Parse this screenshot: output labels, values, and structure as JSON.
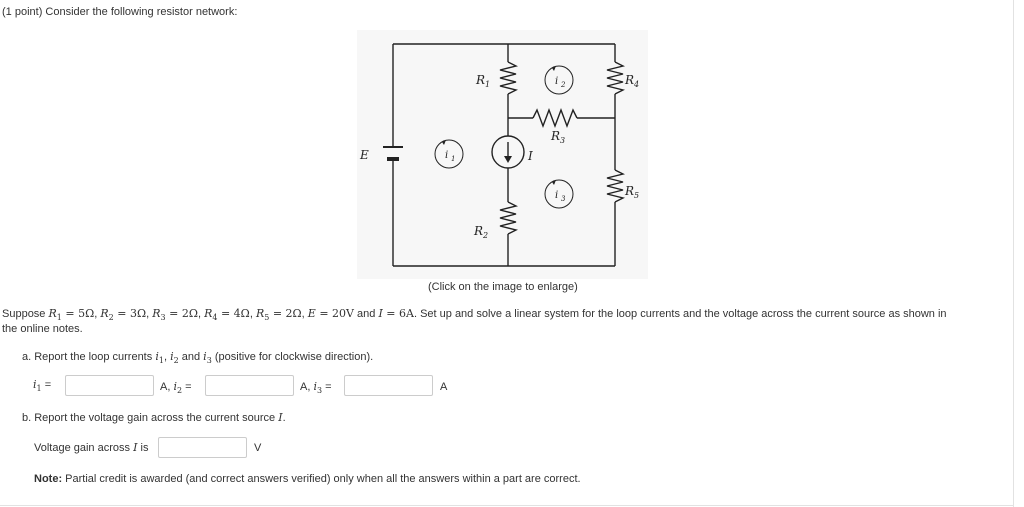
{
  "header": {
    "points": "(1 point)",
    "prompt": "Consider the following resistor network:"
  },
  "figure": {
    "labels": {
      "E": "E",
      "R1": "R",
      "R1_sub": "1",
      "R2": "R",
      "R2_sub": "2",
      "R3": "R",
      "R3_sub": "3",
      "R4": "R",
      "R4_sub": "4",
      "R5": "R",
      "R5_sub": "5",
      "I": "I",
      "i1": "i",
      "i1_sub": "1",
      "i2": "i",
      "i2_sub": "2",
      "i3": "i",
      "i3_sub": "3"
    },
    "enlarge_text": "(Click on the image to enlarge)"
  },
  "problem": {
    "suppose": "Suppose",
    "givens": [
      {
        "sym": "R",
        "sub": "1",
        "val": "5Ω"
      },
      {
        "sym": "R",
        "sub": "2",
        "val": "3Ω"
      },
      {
        "sym": "R",
        "sub": "3",
        "val": "2Ω"
      },
      {
        "sym": "R",
        "sub": "4",
        "val": "4Ω"
      },
      {
        "sym": "R",
        "sub": "5",
        "val": "2Ω"
      },
      {
        "sym": "E",
        "sub": "",
        "val": "20V"
      },
      {
        "sym": "I",
        "sub": "",
        "val": "6A"
      }
    ],
    "and": "and",
    "rest_line1": ". Set up and solve a linear system for the loop currents and the voltage across the current source as shown in",
    "rest_line2": "the online notes."
  },
  "part_a": {
    "prefix": "a. Report the loop currents",
    "i1": "i",
    "i1_sub": "1",
    "i2": "i",
    "i2_sub": "2",
    "and": "and",
    "i3": "i",
    "i3_sub": "3",
    "suffix": "(positive for clockwise direction).",
    "answers": [
      {
        "var": "i",
        "sub": "1",
        "eq": "=",
        "value": "",
        "unit": "A,"
      },
      {
        "var": "i",
        "sub": "2",
        "eq": "=",
        "value": "",
        "unit": "A,"
      },
      {
        "var": "i",
        "sub": "3",
        "eq": "=",
        "value": "",
        "unit": "A"
      }
    ]
  },
  "part_b": {
    "prefix": "b. Report the voltage gain across the current source",
    "sym": "I",
    "period": ".",
    "label_prefix": "Voltage gain across",
    "label_sym": "I",
    "label_suffix": "is",
    "value": "",
    "unit": "V"
  },
  "note": {
    "bold": "Note:",
    "text": "Partial credit is awarded (and correct answers verified) only when all the answers within a part are correct."
  }
}
